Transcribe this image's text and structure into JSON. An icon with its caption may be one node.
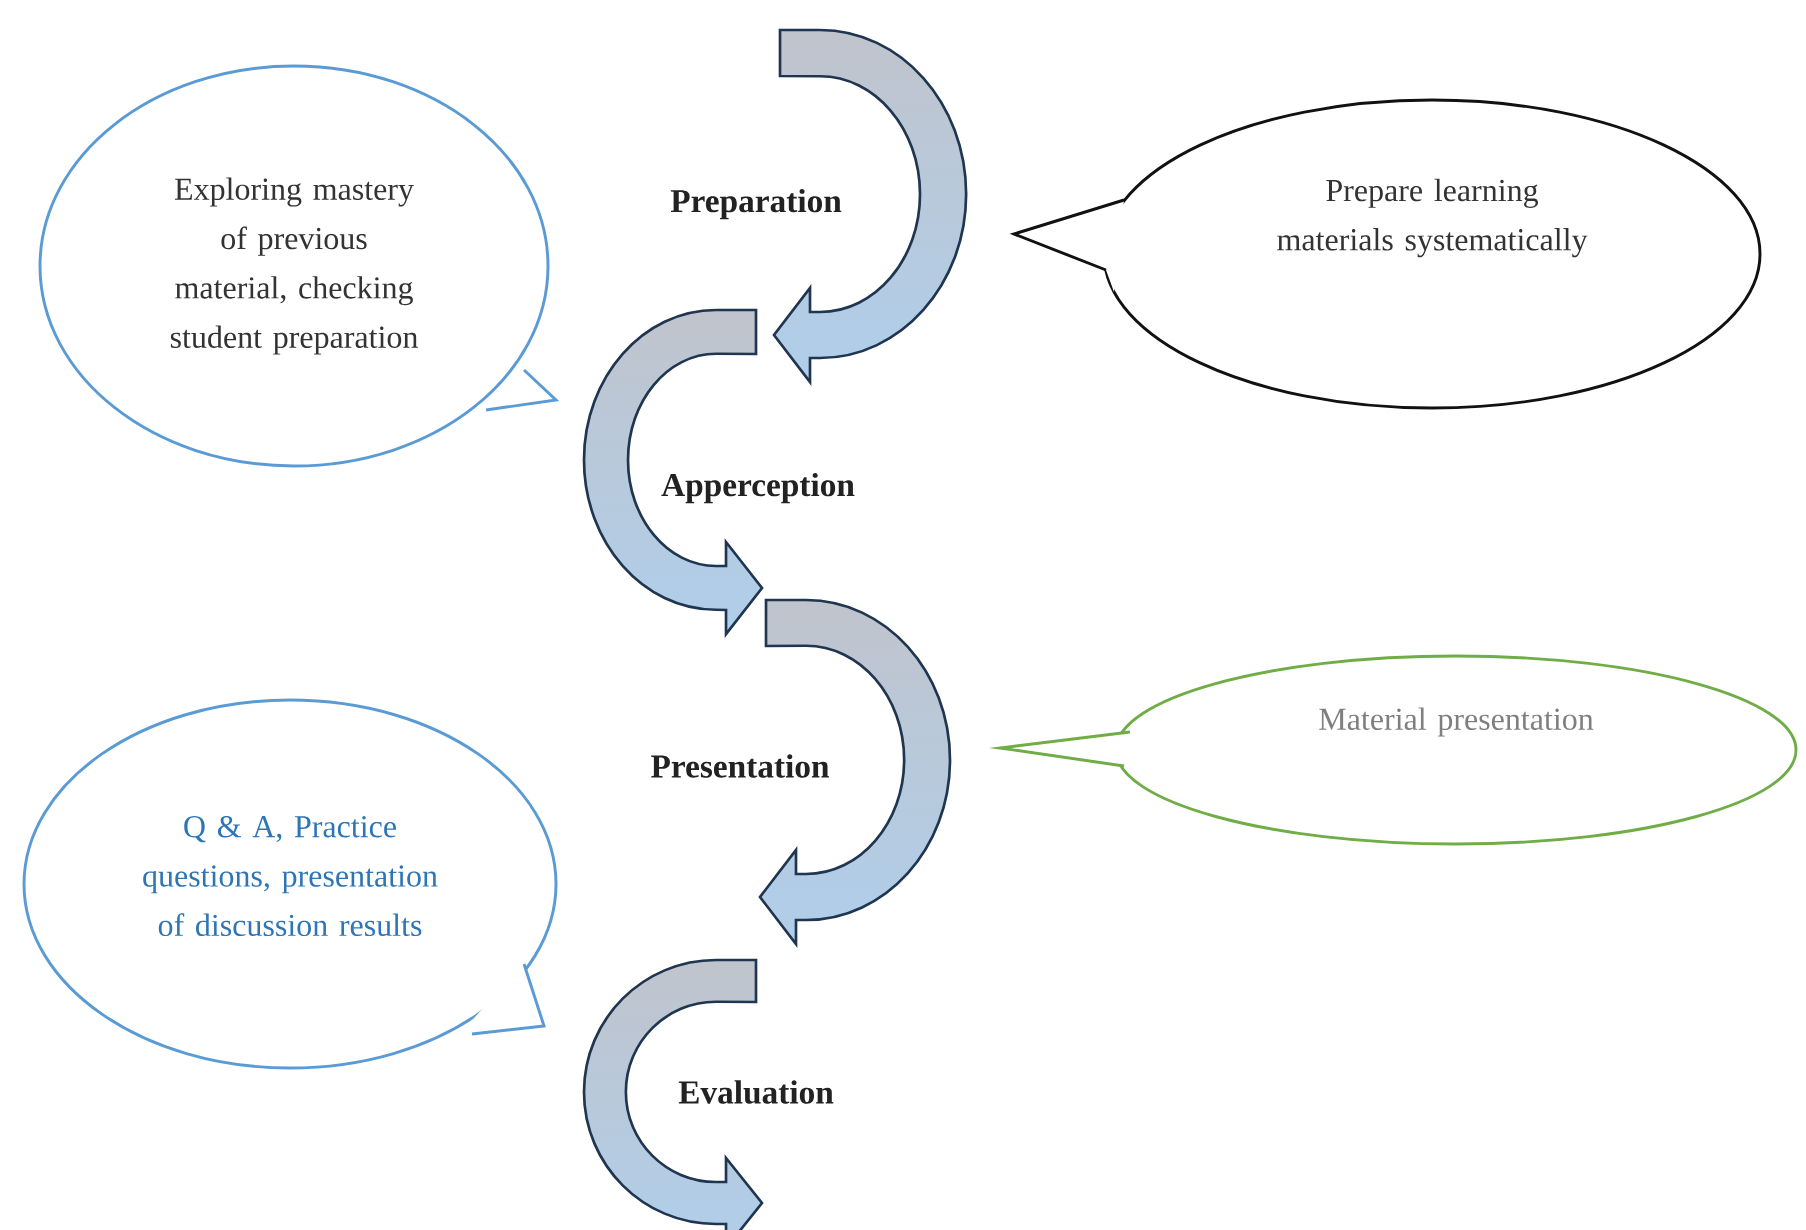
{
  "diagram": {
    "nodes": [
      {
        "text": [
          "Preparation"
        ]
      },
      {
        "text": [
          "Apperception"
        ]
      },
      {
        "text": [
          "Presentation"
        ]
      },
      {
        "text": [
          "Evaluation"
        ]
      },
      {
        "text": [
          "Exploring mastery of previous material, checking student preparation"
        ]
      },
      {
        "text": [
          "Prepare learning materials systematically"
        ]
      },
      {
        "text": [
          "Material presentation"
        ]
      },
      {
        "text": [
          "Q & A, Practice questions, presentation of discussion results"
        ]
      }
    ]
  }
}
